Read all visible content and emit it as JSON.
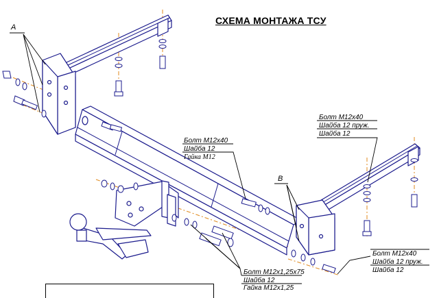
{
  "title": "СХЕМА МОНТАЖА ТСУ",
  "callouts": {
    "a": "A",
    "b": "B",
    "right_top": [
      "Болт М12х40",
      "Шайба 12 пруж.",
      "Шайба 12"
    ],
    "center": [
      "Болт М12х40",
      "Шайба 12",
      "Гайка М12"
    ],
    "bottom_center": [
      "Болт М12х1,25х75",
      "Шайба 12",
      "Гайка М12х1,25"
    ],
    "bottom_right": [
      "Болт М12х40",
      "Шайба 12 пруж.",
      "Шайба 12"
    ]
  },
  "colors": {
    "line": "#1a1a8c",
    "accent": "#e08a1e",
    "ink": "#000000"
  }
}
